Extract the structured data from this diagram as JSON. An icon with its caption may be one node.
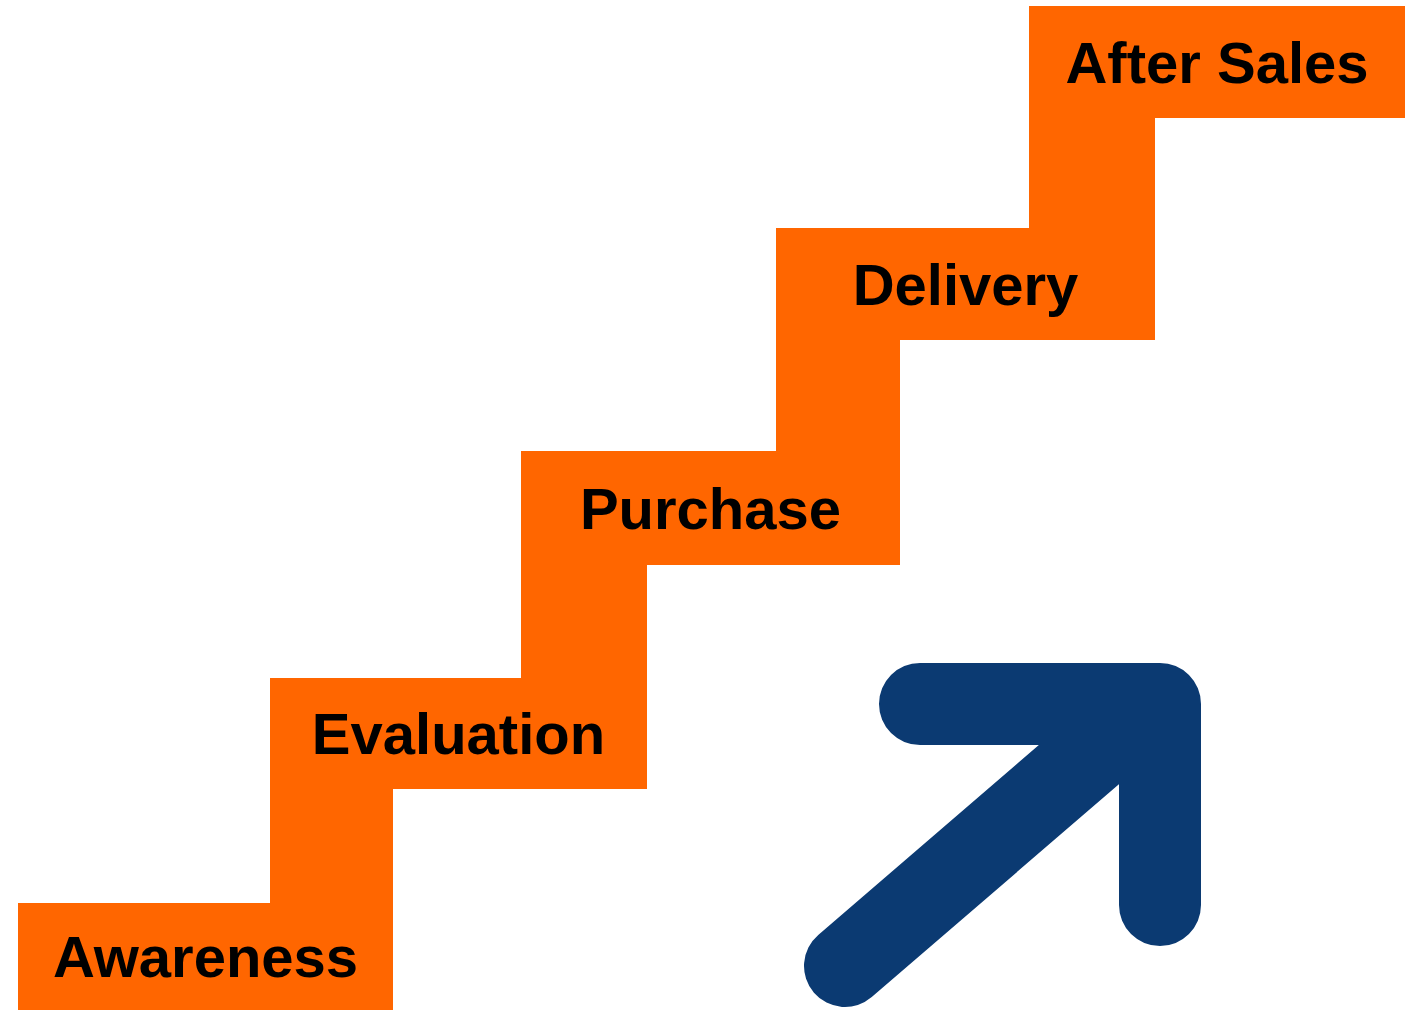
{
  "diagram": {
    "nodes": [
      {
        "text": [
          "Awareness"
        ]
      },
      {
        "text": [
          "Evaluation"
        ]
      },
      {
        "text": [
          "Purchase"
        ]
      },
      {
        "text": [
          "Delivery"
        ]
      },
      {
        "text": [
          "After Sales"
        ]
      }
    ]
  }
}
